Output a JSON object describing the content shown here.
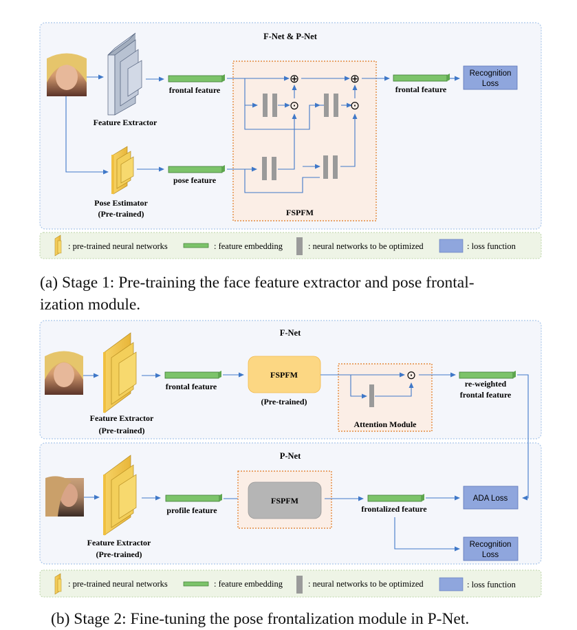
{
  "stage1": {
    "title": "F-Net & P-Net",
    "feature_extractor": "Feature Extractor",
    "pose_estimator": "Pose Estimator",
    "pretrained": "(Pre-trained)",
    "frontal_feature_in": "frontal feature",
    "pose_feature": "pose feature",
    "frontal_feature_out": "frontal feature",
    "fspfm": "FSPFM",
    "loss_line1": "Recognition",
    "loss_line2": "Loss",
    "caption_line1": "(a) Stage 1: Pre-training the face feature extractor and pose frontal-",
    "caption_line2": "ization module."
  },
  "stage2": {
    "fnet_title": "F-Net",
    "pnet_title": "P-Net",
    "fe_label": "Feature Extractor",
    "pretrained": "(Pre-trained)",
    "frontal_feature": "frontal feature",
    "fspfm": "FSPFM",
    "fspfm_pretrained": "(Pre-trained)",
    "attention_module": "Attention Module",
    "reweighted_line1": "re-weighted",
    "reweighted_line2": "frontal feature",
    "profile_feature": "profile feature",
    "frontalized_feature": "frontalized feature",
    "ada_loss": "ADA Loss",
    "rec_loss_line1": "Recognition",
    "rec_loss_line2": "Loss",
    "caption": "(b) Stage 2: Fine-tuning the pose frontalization module in P-Net."
  },
  "legend": {
    "pretrained": ": pre-trained neural networks",
    "embedding": ": feature embedding",
    "optimized": ": neural networks to be optimized",
    "loss": ": loss function"
  },
  "symbols": {
    "add": "⊕",
    "mul": "⊙"
  },
  "colors": {
    "panel_bg": "#f4f6fb",
    "panel_border": "#a9c6ea",
    "legend_bg": "#eef4e6",
    "arrow": "#3f78c8",
    "embedding": "#7cc36a",
    "loss_box": "#8fa6dd",
    "pretrained_net": "#f3c64d",
    "fspfm_border": "#e38a3e",
    "fspfm_box": "#fcd783",
    "gray_block": "#9a9a9a"
  }
}
